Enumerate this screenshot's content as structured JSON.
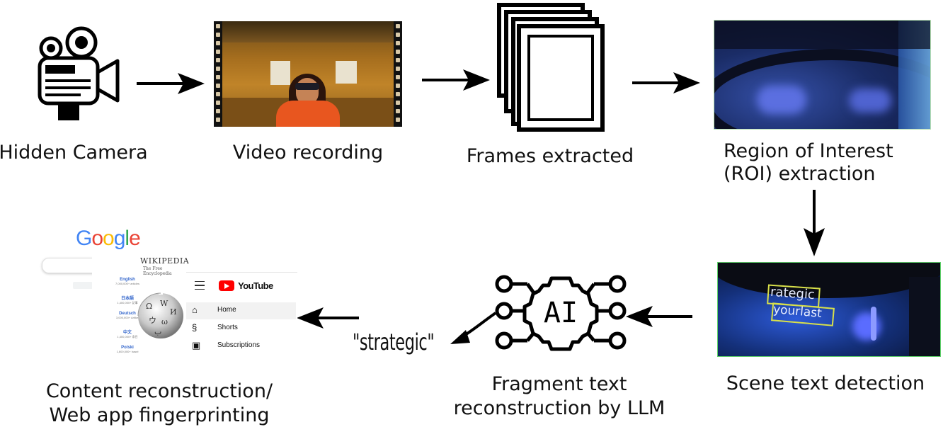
{
  "steps": {
    "hidden_camera": "Hidden Camera",
    "video_recording": "Video recording",
    "frames_extracted": "Frames extracted",
    "roi_line1": "Region of Interest",
    "roi_line2": "(ROI) extraction",
    "scene_text": "Scene text detection",
    "llm_line1": "Fragment text",
    "llm_line2": "reconstruction by LLM",
    "content_line1": "Content reconstruction/",
    "content_line2": "Web app fingerprinting"
  },
  "llm_output": "\"strategic\"",
  "ai_chip_label": "AI",
  "detected_text": [
    "rategic",
    "yourlast"
  ],
  "google_logo": [
    "G",
    "o",
    "o",
    "g",
    "l",
    "e"
  ],
  "google_colors": [
    "#4285F4",
    "#EA4335",
    "#FBBC05",
    "#4285F4",
    "#34A853",
    "#EA4335"
  ],
  "wikipedia": {
    "title": "WIKIPEDIA",
    "subtitle": "The Free Encyclopedia",
    "languages": [
      {
        "name": "English",
        "count": "7,000,000+ articles"
      },
      {
        "name": "日本語",
        "count": "1,400,000+ 記事"
      },
      {
        "name": "Deutsch",
        "count": "3,000,000+ Artikel"
      },
      {
        "name": "中文",
        "count": "1,400,000+ 条目"
      },
      {
        "name": "Polski",
        "count": "1,600,000+ haseł"
      }
    ]
  },
  "youtube": {
    "brand": "YouTube",
    "nav": [
      {
        "icon": "home-icon",
        "glyph": "⌂",
        "label": "Home",
        "active": true
      },
      {
        "icon": "shorts-icon",
        "glyph": "§",
        "label": "Shorts",
        "active": false
      },
      {
        "icon": "subscriptions-icon",
        "glyph": "▣",
        "label": "Subscriptions",
        "active": false
      }
    ]
  },
  "colors": {
    "arrow": "#000000",
    "orange_shirt": "#e8561f",
    "lab_amber": "#b5761c",
    "roi_blue": "#1b2f6e",
    "detect_box": "#d8e04a",
    "youtube_red": "#ff0000"
  }
}
